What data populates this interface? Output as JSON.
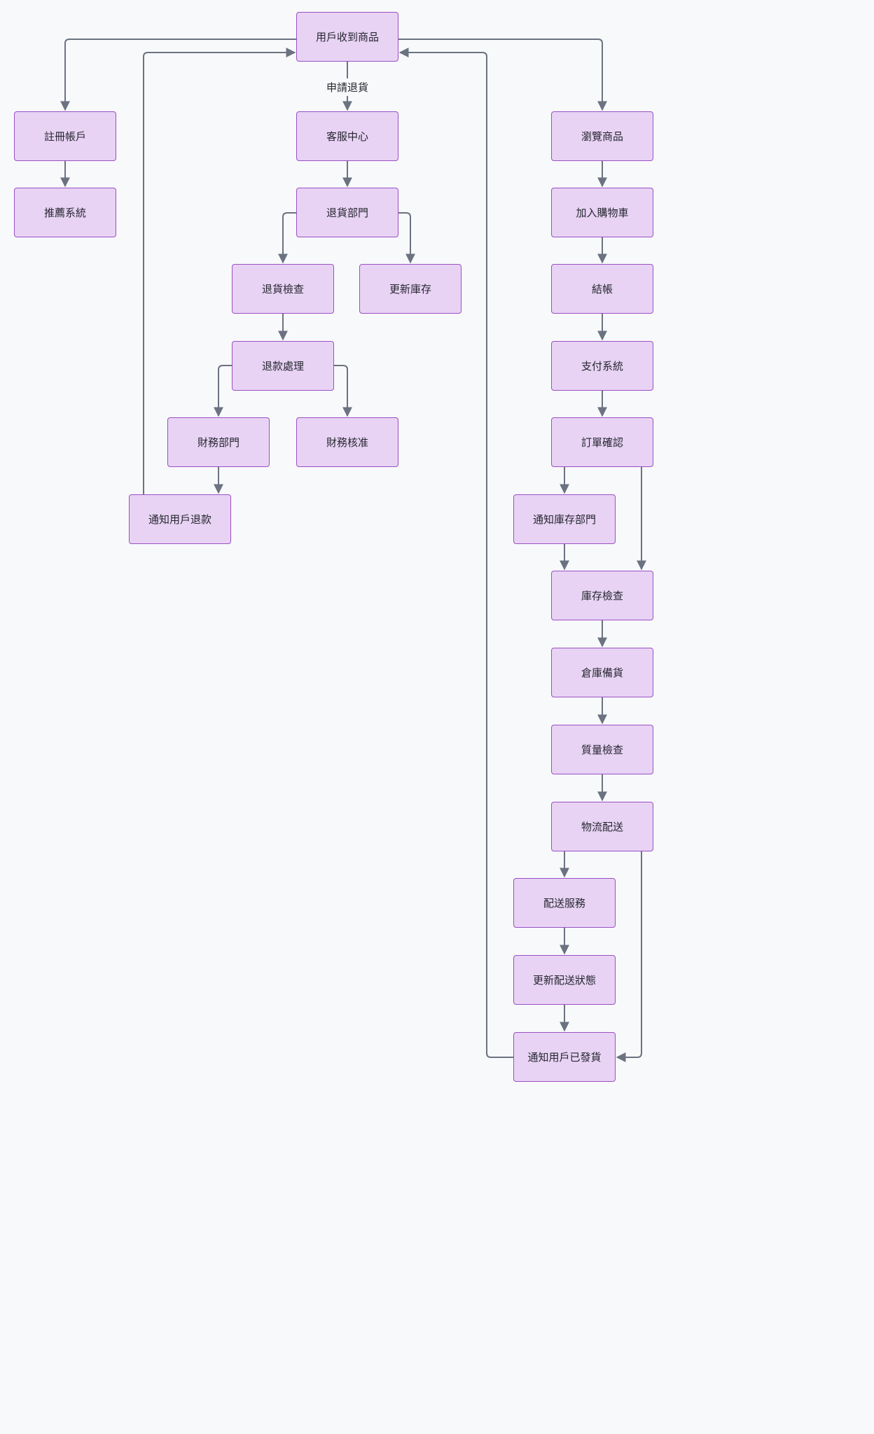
{
  "diagram": {
    "type": "flowchart",
    "background_color": "#f8f9fb",
    "node_fill_color": "#e8d3f4",
    "node_border_color": "#9a50c4",
    "edge_color": "#6b7280",
    "nodes": [
      {
        "id": "receive-goods",
        "label": "用戶收到商品"
      },
      {
        "id": "customer-service",
        "label": "客服中心"
      },
      {
        "id": "returns-department",
        "label": "退貨部門"
      },
      {
        "id": "return-inspection",
        "label": "退貨檢查"
      },
      {
        "id": "update-inventory",
        "label": "更新庫存"
      },
      {
        "id": "refund-processing",
        "label": "退款處理"
      },
      {
        "id": "finance-department",
        "label": "財務部門"
      },
      {
        "id": "finance-approval",
        "label": "財務核准"
      },
      {
        "id": "notify-user-refund",
        "label": "通知用戶退款"
      },
      {
        "id": "register-account",
        "label": "註冊帳戶"
      },
      {
        "id": "recommendation-system",
        "label": "推薦系統"
      },
      {
        "id": "browse-products",
        "label": "瀏覽商品"
      },
      {
        "id": "add-to-cart",
        "label": "加入購物車"
      },
      {
        "id": "checkout",
        "label": "結帳"
      },
      {
        "id": "payment-system",
        "label": "支付系統"
      },
      {
        "id": "order-confirmation",
        "label": "訂單確認"
      },
      {
        "id": "notify-inventory-department",
        "label": "通知庫存部門"
      },
      {
        "id": "inventory-check",
        "label": "庫存檢查"
      },
      {
        "id": "warehouse-stocking",
        "label": "倉庫備貨"
      },
      {
        "id": "quality-inspection",
        "label": "質量檢查"
      },
      {
        "id": "logistics-delivery",
        "label": "物流配送"
      },
      {
        "id": "delivery-service",
        "label": "配送服務"
      },
      {
        "id": "update-delivery-status",
        "label": "更新配送狀態"
      },
      {
        "id": "notify-user-shipped",
        "label": "通知用戶已發貨"
      }
    ],
    "edges": [
      {
        "from": "用戶收到商品",
        "to": "客服中心",
        "label": "申請退貨"
      },
      {
        "from": "客服中心",
        "to": "退貨部門"
      },
      {
        "from": "退貨部門",
        "to": "退貨檢查"
      },
      {
        "from": "退貨部門",
        "to": "更新庫存"
      },
      {
        "from": "退貨檢查",
        "to": "退款處理"
      },
      {
        "from": "退款處理",
        "to": "財務部門"
      },
      {
        "from": "退款處理",
        "to": "財務核准"
      },
      {
        "from": "財務部門",
        "to": "通知用戶退款"
      },
      {
        "from": "通知用戶退款",
        "to": "用戶收到商品"
      },
      {
        "from": "用戶收到商品",
        "to": "註冊帳戶"
      },
      {
        "from": "註冊帳戶",
        "to": "推薦系統"
      },
      {
        "from": "用戶收到商品",
        "to": "瀏覽商品"
      },
      {
        "from": "瀏覽商品",
        "to": "加入購物車"
      },
      {
        "from": "加入購物車",
        "to": "結帳"
      },
      {
        "from": "結帳",
        "to": "支付系統"
      },
      {
        "from": "支付系統",
        "to": "訂單確認"
      },
      {
        "from": "訂單確認",
        "to": "通知庫存部門"
      },
      {
        "from": "訂單確認",
        "to": "庫存檢查"
      },
      {
        "from": "通知庫存部門",
        "to": "庫存檢查"
      },
      {
        "from": "庫存檢查",
        "to": "倉庫備貨"
      },
      {
        "from": "倉庫備貨",
        "to": "質量檢查"
      },
      {
        "from": "質量檢查",
        "to": "物流配送"
      },
      {
        "from": "物流配送",
        "to": "配送服務"
      },
      {
        "from": "物流配送",
        "to": "通知用戶已發貨"
      },
      {
        "from": "配送服務",
        "to": "更新配送狀態"
      },
      {
        "from": "更新配送狀態",
        "to": "通知用戶已發貨"
      },
      {
        "from": "通知用戶已發貨",
        "to": "用戶收到商品"
      }
    ]
  }
}
